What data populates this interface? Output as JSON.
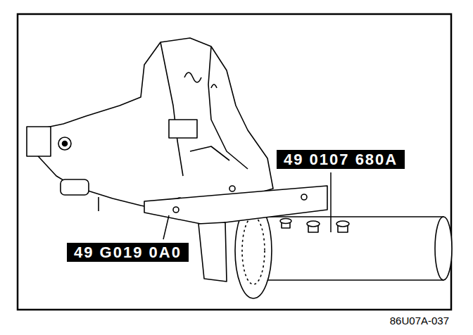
{
  "diagram": {
    "labels": [
      "49 0107 680A",
      "49 G019 0A0",
      "86U07A-037"
    ]
  }
}
